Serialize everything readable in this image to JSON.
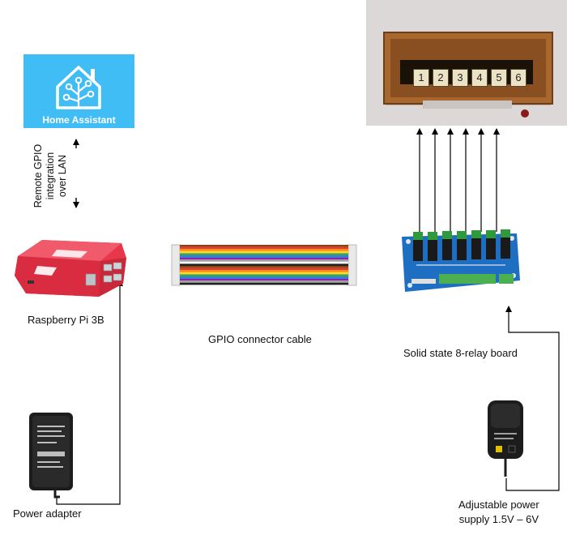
{
  "home_assistant": {
    "logo_text": "Home Assistant",
    "color": "#41BDF5"
  },
  "link_label": {
    "line1": "Remote GPIO",
    "line2": "integration",
    "line3": "over LAN"
  },
  "devices": {
    "raspberry_pi": {
      "label": "Raspberry Pi 3B",
      "case_color": "#E8364A"
    },
    "gpio_cable": {
      "label": "GPIO connector cable"
    },
    "relay_board": {
      "label": "Solid state 8-relay board",
      "board_color": "#1E6FC2"
    },
    "power_adapter": {
      "label": "Power adapter"
    },
    "adjustable_power": {
      "line1": "Adjustable power",
      "line2": "supply 1.5V – 6V"
    },
    "indicator_box": {
      "digits": [
        "1",
        "2",
        "3",
        "4",
        "5",
        "6"
      ],
      "wood_color": "#A8672E"
    }
  }
}
